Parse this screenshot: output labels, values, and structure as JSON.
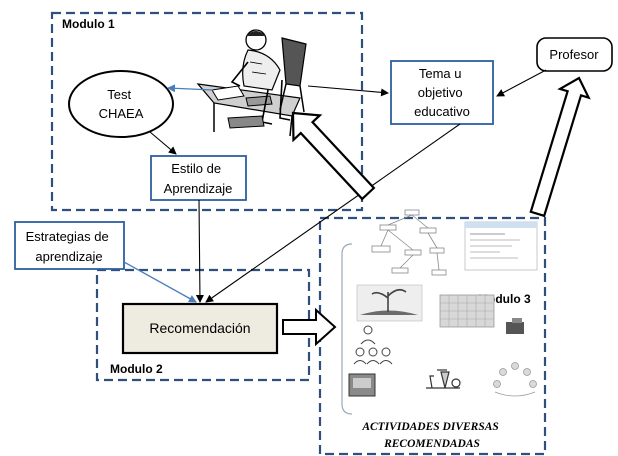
{
  "modules": {
    "m1": "Modulo 1",
    "m2": "Modulo 2",
    "m3": "Modulo 3"
  },
  "nodes": {
    "test": [
      "Test",
      "CHAEA"
    ],
    "estilo": [
      "Estilo de",
      "Aprendizaje"
    ],
    "estrategias": [
      "Estrategias de",
      "aprendizaje"
    ],
    "recomendacion": "Recomendación",
    "tema": [
      "Tema u",
      "objetivo",
      "educativo"
    ],
    "profesor": "Profesor"
  },
  "actividades": [
    "ACTIVIDADES DIVERSAS",
    "RECOMENDADAS"
  ],
  "icons": {
    "student": "student-at-desk-icon",
    "activities": [
      "concept-map-image",
      "web-page-image",
      "plant-growth-image",
      "grid-chart-image",
      "projector-image",
      "people-sketch-image",
      "chemistry-lab-image",
      "device-image",
      "network-figures-image"
    ]
  },
  "colors": {
    "dash_border": "#2f4f7f",
    "box_border": "#2e5fa0",
    "recomendacion_fill": "#eeece1",
    "arrow_blue": "#4a7ebb"
  }
}
